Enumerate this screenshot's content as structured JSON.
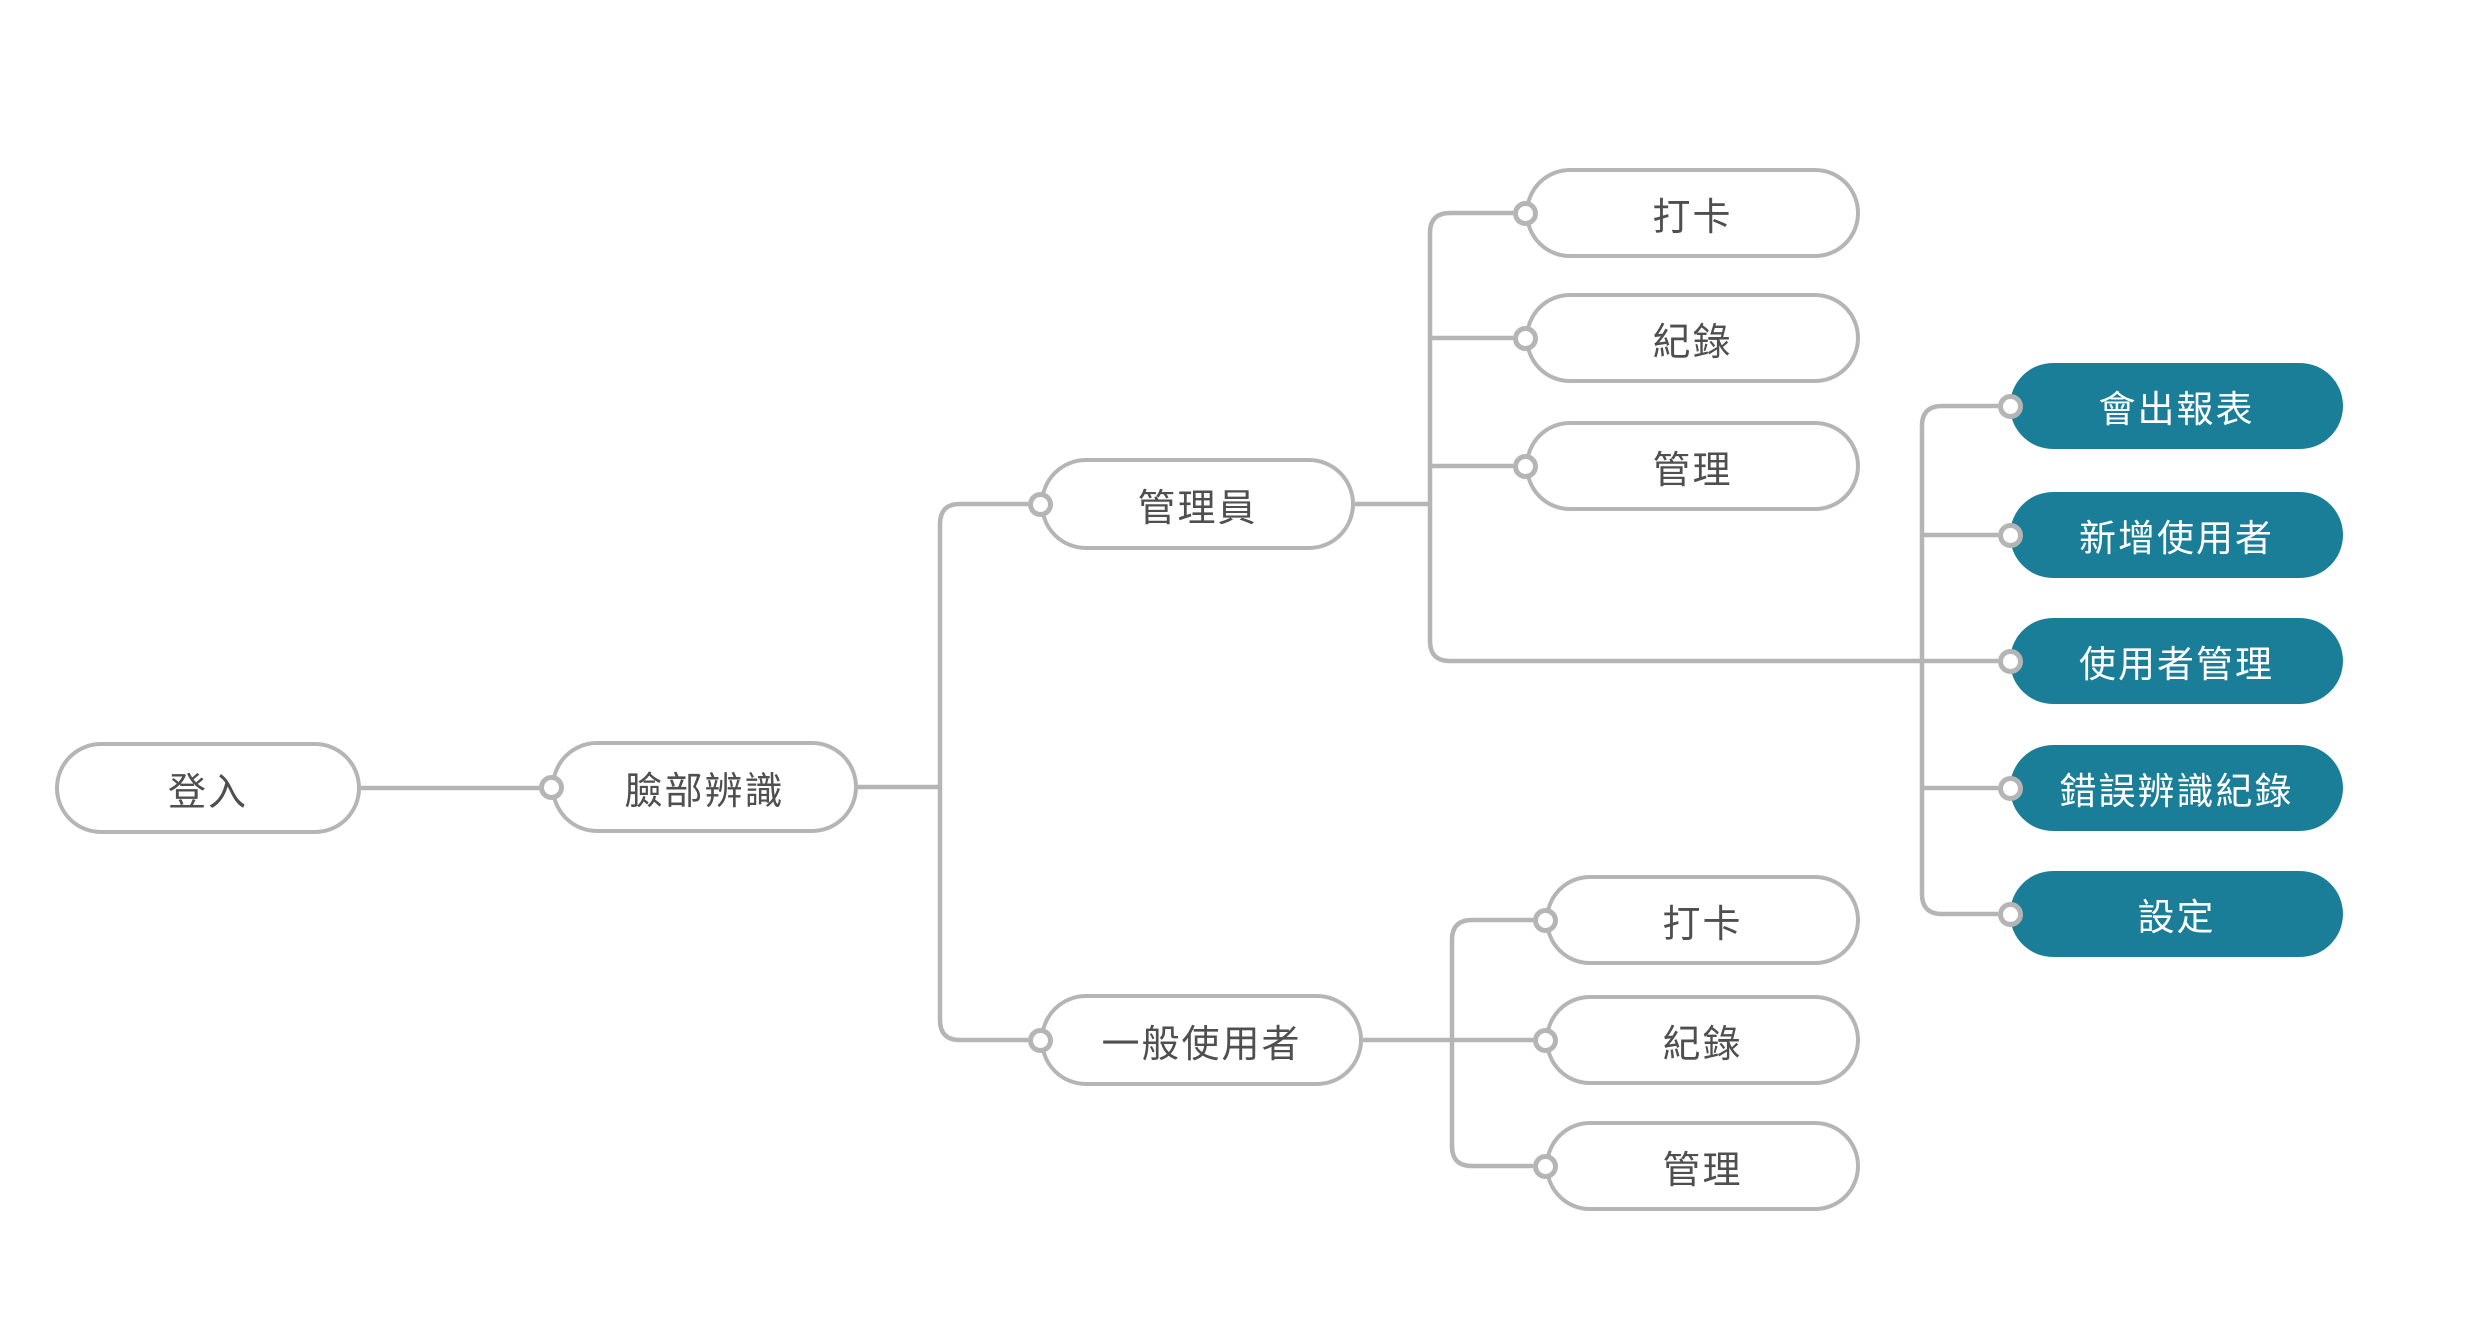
{
  "diagram": {
    "type": "mindmap",
    "colors": {
      "background": "#ffffff",
      "connector_line": "#b5b5b5",
      "node_border": "#b5b5b5",
      "node_fill": "#ffffff",
      "node_text": "#4f4f4f",
      "highlight_fill": "#1b7e99",
      "highlight_text": "#ffffff"
    },
    "nodes": {
      "login": {
        "label": "登入",
        "highlighted": false
      },
      "face_recognition": {
        "label": "臉部辨識",
        "highlighted": false
      },
      "admin": {
        "label": "管理員",
        "highlighted": false
      },
      "general_user": {
        "label": "一般使用者",
        "highlighted": false
      },
      "admin_punch": {
        "label": "打卡",
        "highlighted": false
      },
      "admin_record": {
        "label": "紀錄",
        "highlighted": false
      },
      "admin_manage": {
        "label": "管理",
        "highlighted": false
      },
      "export_report": {
        "label": "會出報表",
        "highlighted": true
      },
      "add_user": {
        "label": "新增使用者",
        "highlighted": true
      },
      "user_management": {
        "label": "使用者管理",
        "highlighted": true
      },
      "error_recognition_log": {
        "label": "錯誤辨識紀錄",
        "highlighted": true
      },
      "settings": {
        "label": "設定",
        "highlighted": true
      }
    },
    "edges": [
      {
        "from": "login",
        "to": "face_recognition"
      },
      {
        "from": "face_recognition",
        "to": "admin"
      },
      {
        "from": "face_recognition",
        "to": "general_user"
      },
      {
        "from": "admin",
        "to": "admin_punch"
      },
      {
        "from": "admin",
        "to": "admin_record"
      },
      {
        "from": "admin",
        "to": "admin_manage"
      },
      {
        "from": "admin",
        "to": "export_report"
      },
      {
        "from": "admin",
        "to": "add_user"
      },
      {
        "from": "admin",
        "to": "user_management"
      },
      {
        "from": "admin",
        "to": "error_recognition_log"
      },
      {
        "from": "admin",
        "to": "settings"
      },
      {
        "from": "general_user",
        "to": "admin_punch"
      },
      {
        "from": "general_user",
        "to": "admin_record"
      },
      {
        "from": "general_user",
        "to": "admin_manage"
      }
    ]
  }
}
